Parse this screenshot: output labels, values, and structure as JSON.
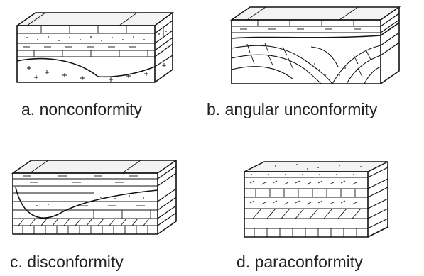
{
  "figure": {
    "panels": [
      {
        "id": "a",
        "caption": "a. nonconformity"
      },
      {
        "id": "b",
        "caption": "b. angular unconformity"
      },
      {
        "id": "c",
        "caption": "c. disconformity"
      },
      {
        "id": "d",
        "caption": "d. paraconformity"
      }
    ]
  }
}
